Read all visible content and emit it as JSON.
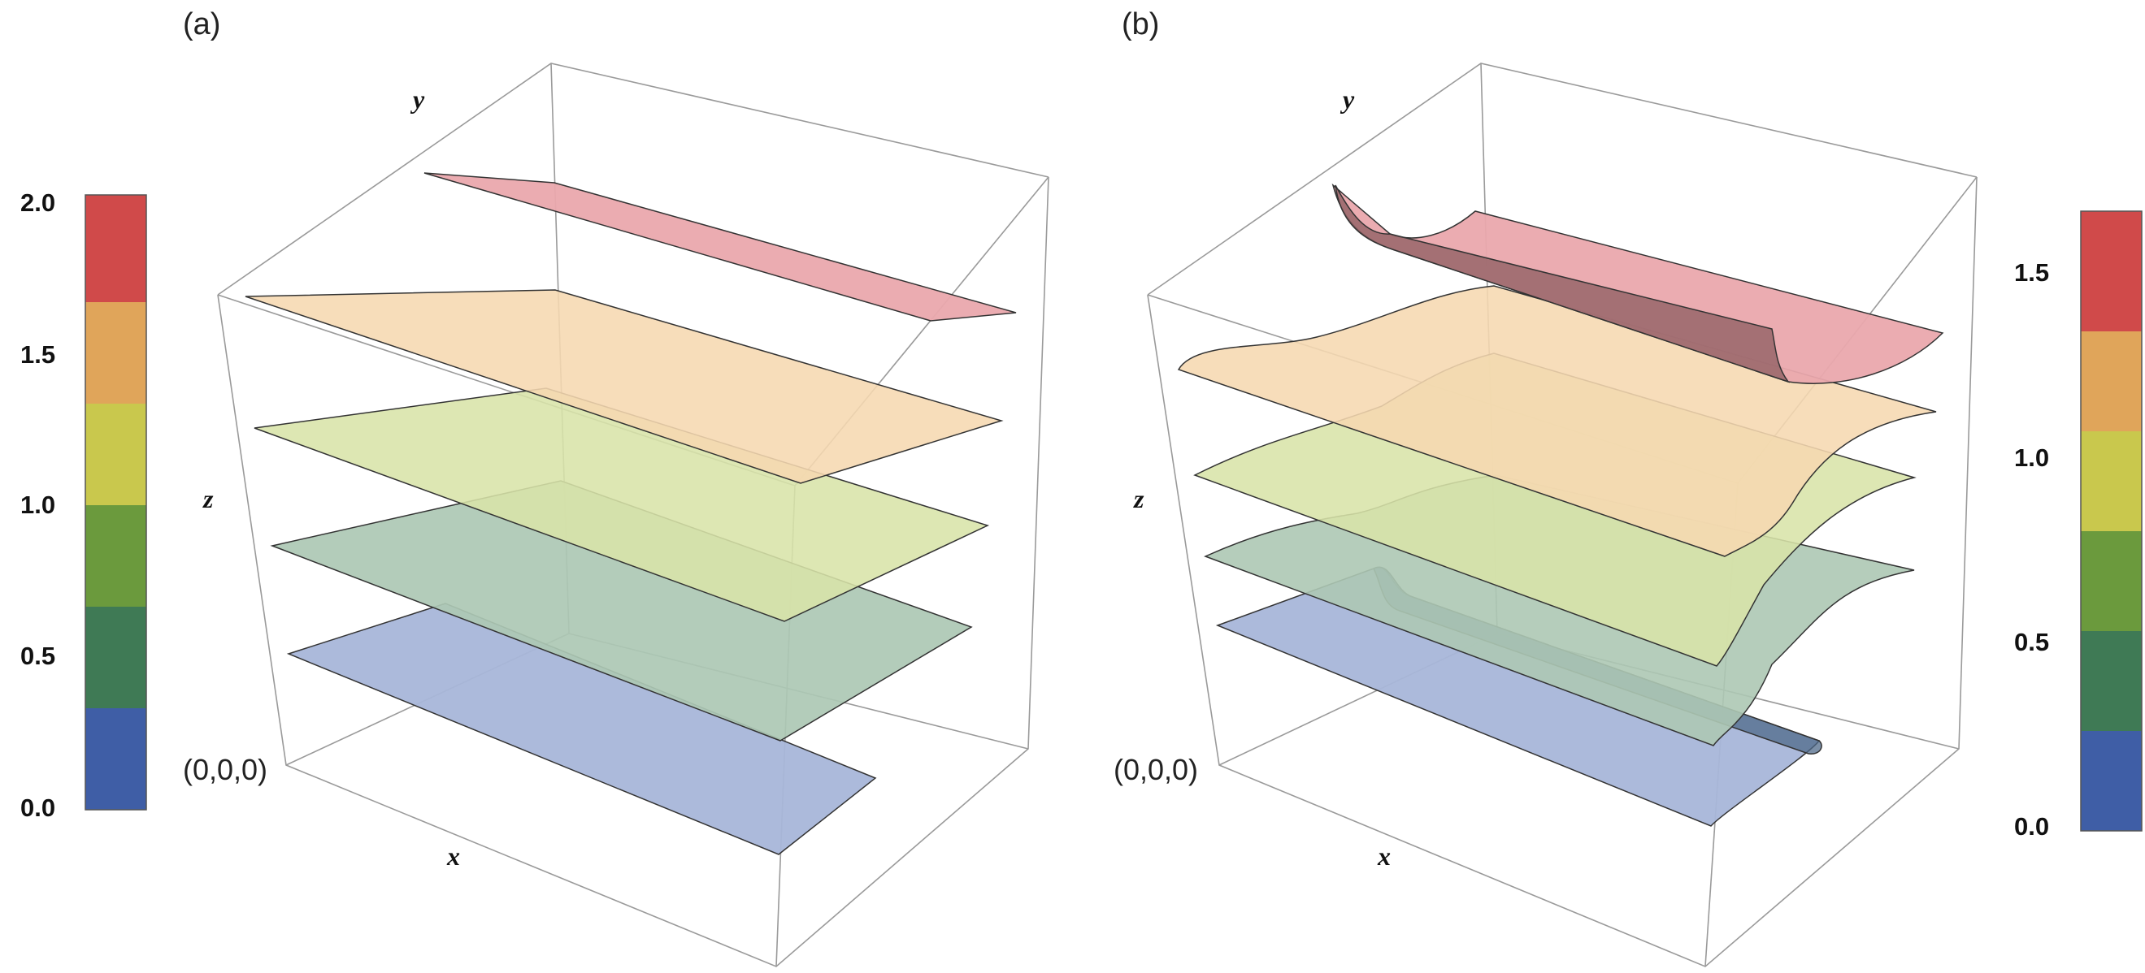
{
  "panels": [
    {
      "label": "(a)",
      "origin_label": "(0,0,0)",
      "axes": {
        "x": "x",
        "y": "y",
        "z": "z"
      }
    },
    {
      "label": "(b)",
      "origin_label": "(0,0,0)",
      "axes": {
        "x": "x",
        "y": "y",
        "z": "z"
      }
    }
  ],
  "colorbars": [
    {
      "ticks": [
        "2.0",
        "1.5",
        "1.0",
        "0.5",
        "0.0"
      ],
      "colors": [
        "#3f5ea6",
        "#3f7a55",
        "#6b9a3d",
        "#c9c84d",
        "#e0a55a",
        "#d04a4a"
      ]
    },
    {
      "ticks": [
        "1.5",
        "1.0",
        "0.5",
        "0.0"
      ],
      "colors": [
        "#3f5ea6",
        "#3f7a55",
        "#6b9a3d",
        "#c9c84d",
        "#e0a55a",
        "#d04a4a"
      ]
    }
  ],
  "surface_colors": {
    "level_0": "#a8b6d9",
    "level_1": "#adc8b4",
    "level_2": "#d8e4a8",
    "level_3": "#f6d8b0",
    "level_4": "#eaa8ad"
  }
}
